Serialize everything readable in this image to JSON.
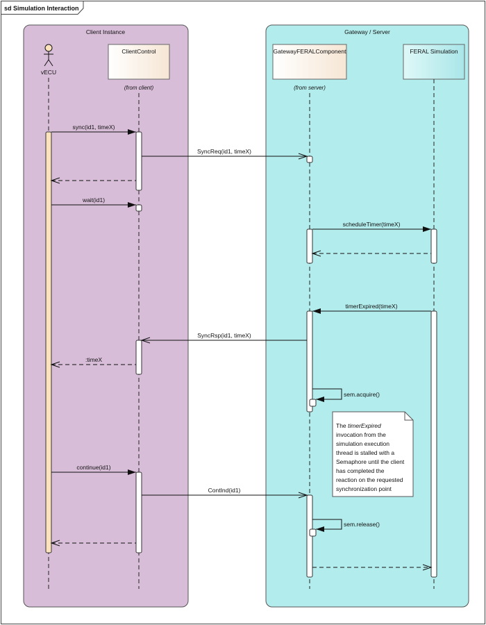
{
  "frame": {
    "title": "sd Simulation Interaction"
  },
  "partitions": [
    {
      "label": "Client Instance",
      "fill": "#d8bdd8"
    },
    {
      "label": "Gateway / Server",
      "fill": "#b3ecec"
    }
  ],
  "lifelines": [
    {
      "id": "vecu",
      "label": "vECU",
      "kind": "actor"
    },
    {
      "id": "cc",
      "label": "ClientControl",
      "kind": "box",
      "note": "(from client)"
    },
    {
      "id": "gw",
      "label": "GatewayFERALComponent",
      "kind": "box",
      "note": "(from server)"
    },
    {
      "id": "sim",
      "label": "FERAL Simulation",
      "kind": "box-cyan"
    }
  ],
  "messages": [
    {
      "label": "sync(id1, timeX)"
    },
    {
      "label": "SyncReq(id1, timeX)"
    },
    {
      "label": ""
    },
    {
      "label": "wait(id1)"
    },
    {
      "label": "scheduleTimer(timeX)"
    },
    {
      "label": ""
    },
    {
      "label": "timerExpired(timeX)"
    },
    {
      "label": "SyncRsp(id1, timeX)"
    },
    {
      "label": ":timeX"
    },
    {
      "label": "sem.acquire()"
    },
    {
      "label": "continue(id1)"
    },
    {
      "label": "ContInd(id1)"
    },
    {
      "label": "sem.release()"
    },
    {
      "label": ""
    },
    {
      "label": ""
    }
  ],
  "note": {
    "lines": [
      [
        "The ",
        "timerExpired"
      ],
      [
        "invocation from the"
      ],
      [
        "simulation execution"
      ],
      [
        "thread is stalled with a"
      ],
      [
        "Semaphore until the client"
      ],
      [
        "has completed the"
      ],
      [
        "reaction on the requested"
      ],
      [
        "synchronization point"
      ]
    ]
  },
  "colors": {
    "client_partition": "#d8bdd8",
    "server_partition": "#b3ecec",
    "vecu_activation": "#fde3bd",
    "line": "#000000"
  }
}
